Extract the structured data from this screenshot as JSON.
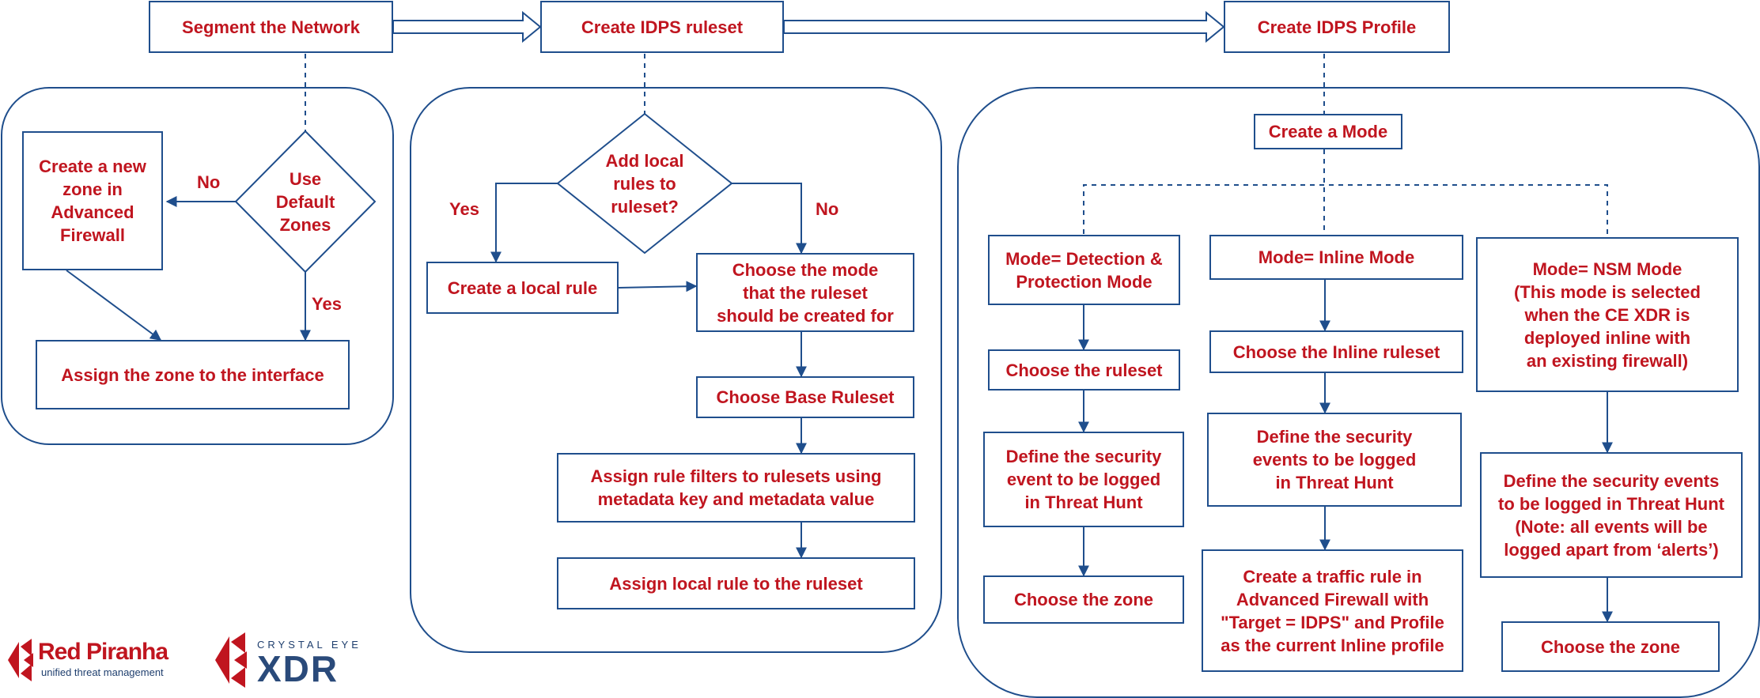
{
  "nodes": {
    "segment": "Segment the Network",
    "create_ruleset": "Create IDPS ruleset",
    "create_profile": "Create IDPS Profile",
    "new_zone": "Create a new\nzone in\nAdvanced\nFirewall",
    "use_default": "Use\nDefault\nZones",
    "assign_zone": "Assign the zone to the interface",
    "add_local": "Add local\nrules to\nruleset?",
    "create_local": "Create a local rule",
    "choose_mode": "Choose the mode\nthat the ruleset\nshould be created for",
    "choose_base": "Choose Base Ruleset",
    "assign_filters": "Assign rule filters  to rulesets using\nmetadata key and metadata value",
    "assign_local": "Assign local rule to the ruleset",
    "create_mode": "Create a Mode",
    "mode_dp": "Mode= Detection &\nProtection Mode",
    "mode_inline": "Mode= Inline Mode",
    "mode_nsm": "Mode= NSM Mode\n(This mode is selected\nwhen the CE XDR is\ndeployed inline with\nan existing firewall)",
    "choose_ruleset": "Choose the ruleset",
    "choose_inline": "Choose the Inline ruleset",
    "define_dp": "Define the security\nevent to be logged\nin Threat Hunt",
    "define_inline": "Define the security\nevents to be logged\nin Threat Hunt",
    "define_nsm": "Define the security events\nto be logged in Threat Hunt\n(Note: all events will be\nlogged apart from ‘alerts’)",
    "zone_dp": "Choose the zone",
    "traffic_rule": "Create a traffic rule in\nAdvanced Firewall with\n\"Target = IDPS\" and Profile\nas the current Inline profile",
    "zone_nsm": "Choose the zone"
  },
  "edge_labels": {
    "no_left": "No",
    "yes_left": "Yes",
    "yes_mid": "Yes",
    "no_mid": "No"
  },
  "logos": {
    "red_piranha_name": "Red Piranha",
    "red_piranha_tagline": "unified threat management",
    "crystal_eye_top": "CRYSTAL EYE",
    "crystal_eye_mark": "XDR"
  },
  "colors": {
    "line": "#1f4e8c",
    "text": "#c0151f"
  }
}
